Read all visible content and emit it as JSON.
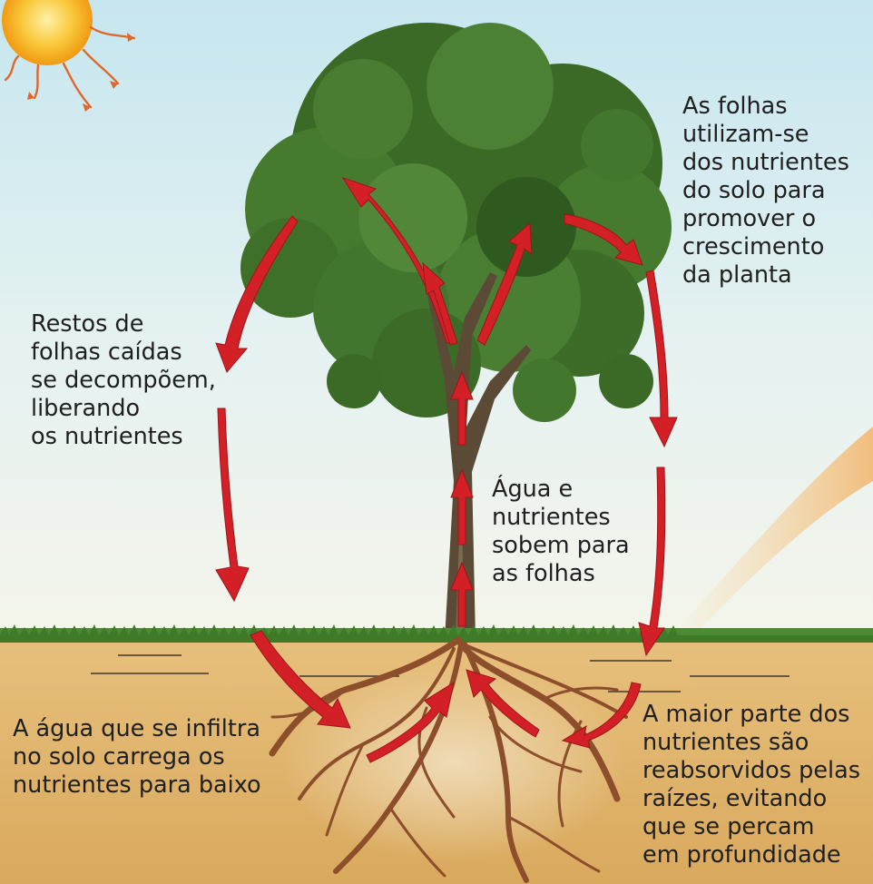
{
  "labels": {
    "leaves_use": [
      "As folhas",
      "utilizam-se",
      "dos nutrientes",
      "do solo para",
      "promover o",
      "crescimento",
      "da planta"
    ],
    "decompose": [
      "Restos de",
      "folhas caídas",
      "se decompõem,",
      "liberando",
      "os nutrientes"
    ],
    "rise": [
      "Água e",
      "nutrientes",
      "sobem para",
      "as folhas"
    ],
    "infiltrate": [
      "A água que se infiltra",
      "no solo carrega os",
      "nutrientes para baixo"
    ],
    "reabsorb": [
      "A maior parte dos",
      "nutrientes são",
      "reabsorvidos pelas",
      "raízes, evitando",
      "que se percam",
      "em profundidade"
    ]
  },
  "colors": {
    "sky_top": "#c8e6ee",
    "sky_bottom": "#f3f6ee",
    "sun": "#f6b21c",
    "foliage": "#3f6f2a",
    "trunk": "#5b4a36",
    "soil": "#e3b873",
    "roots": "#9a5a33",
    "arrow": "#d32027"
  }
}
